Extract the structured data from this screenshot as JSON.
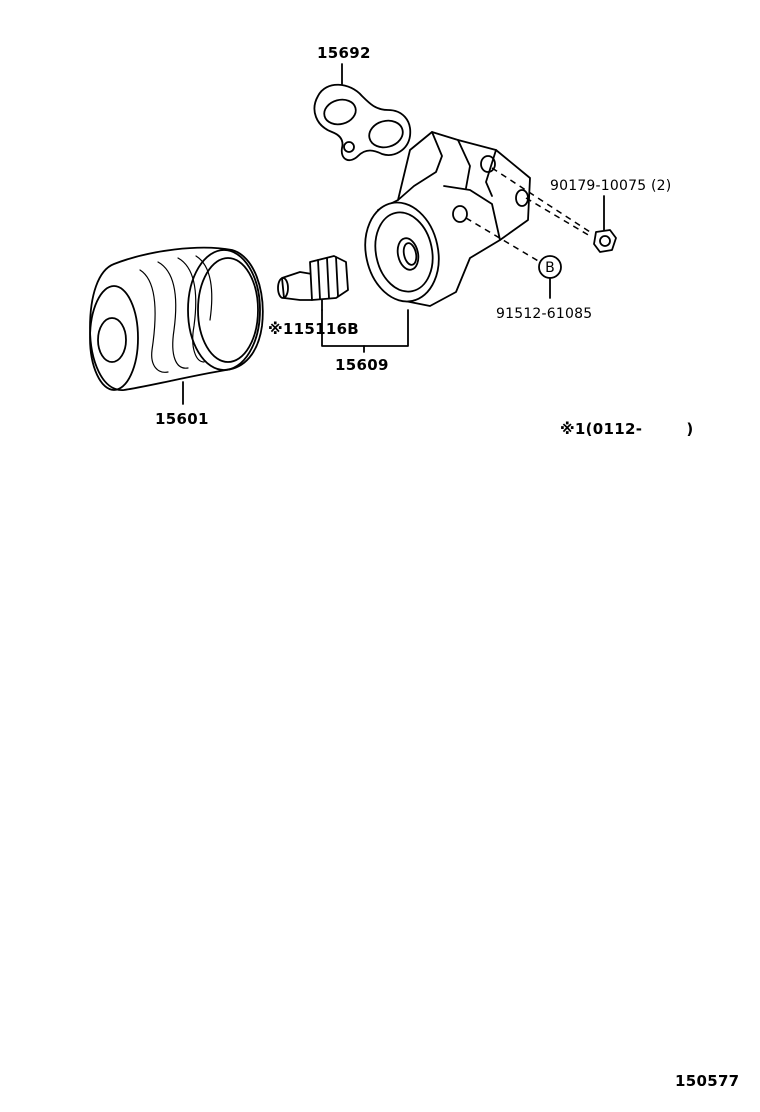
{
  "diagram": {
    "parts": {
      "gasket": "15692",
      "bolt": "90179-10075 (2)",
      "union": "91512-61085",
      "union_badge": "B",
      "switch": "※115116B",
      "bracket": "15609",
      "filter": "15601"
    },
    "note": "※1(0112-        )",
    "figure_number": "150577"
  }
}
